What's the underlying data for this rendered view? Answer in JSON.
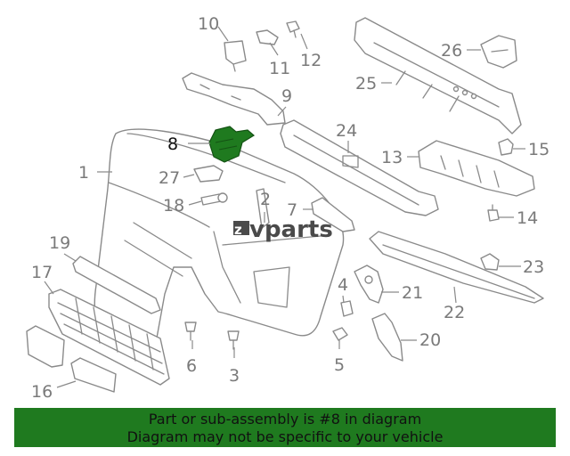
{
  "watermark": {
    "logo_text": "zvparts"
  },
  "highlight": {
    "label": "8",
    "color": "#1f7a1f"
  },
  "labels": {
    "l1": "1",
    "l2": "2",
    "l3": "3",
    "l4": "4",
    "l5": "5",
    "l6": "6",
    "l7": "7",
    "l8": "8",
    "l9": "9",
    "l10": "10",
    "l11": "11",
    "l12": "12",
    "l13": "13",
    "l14": "14",
    "l15": "15",
    "l16": "16",
    "l17": "17",
    "l18": "18",
    "l19": "19",
    "l20": "20",
    "l21": "21",
    "l22": "22",
    "l23": "23",
    "l24": "24",
    "l25": "25",
    "l26": "26",
    "l27": "27"
  },
  "banner": {
    "line1": "Part or sub-assembly is #8 in diagram",
    "line2": "Diagram may not be specific to your vehicle",
    "background": "#1f7a1f"
  }
}
